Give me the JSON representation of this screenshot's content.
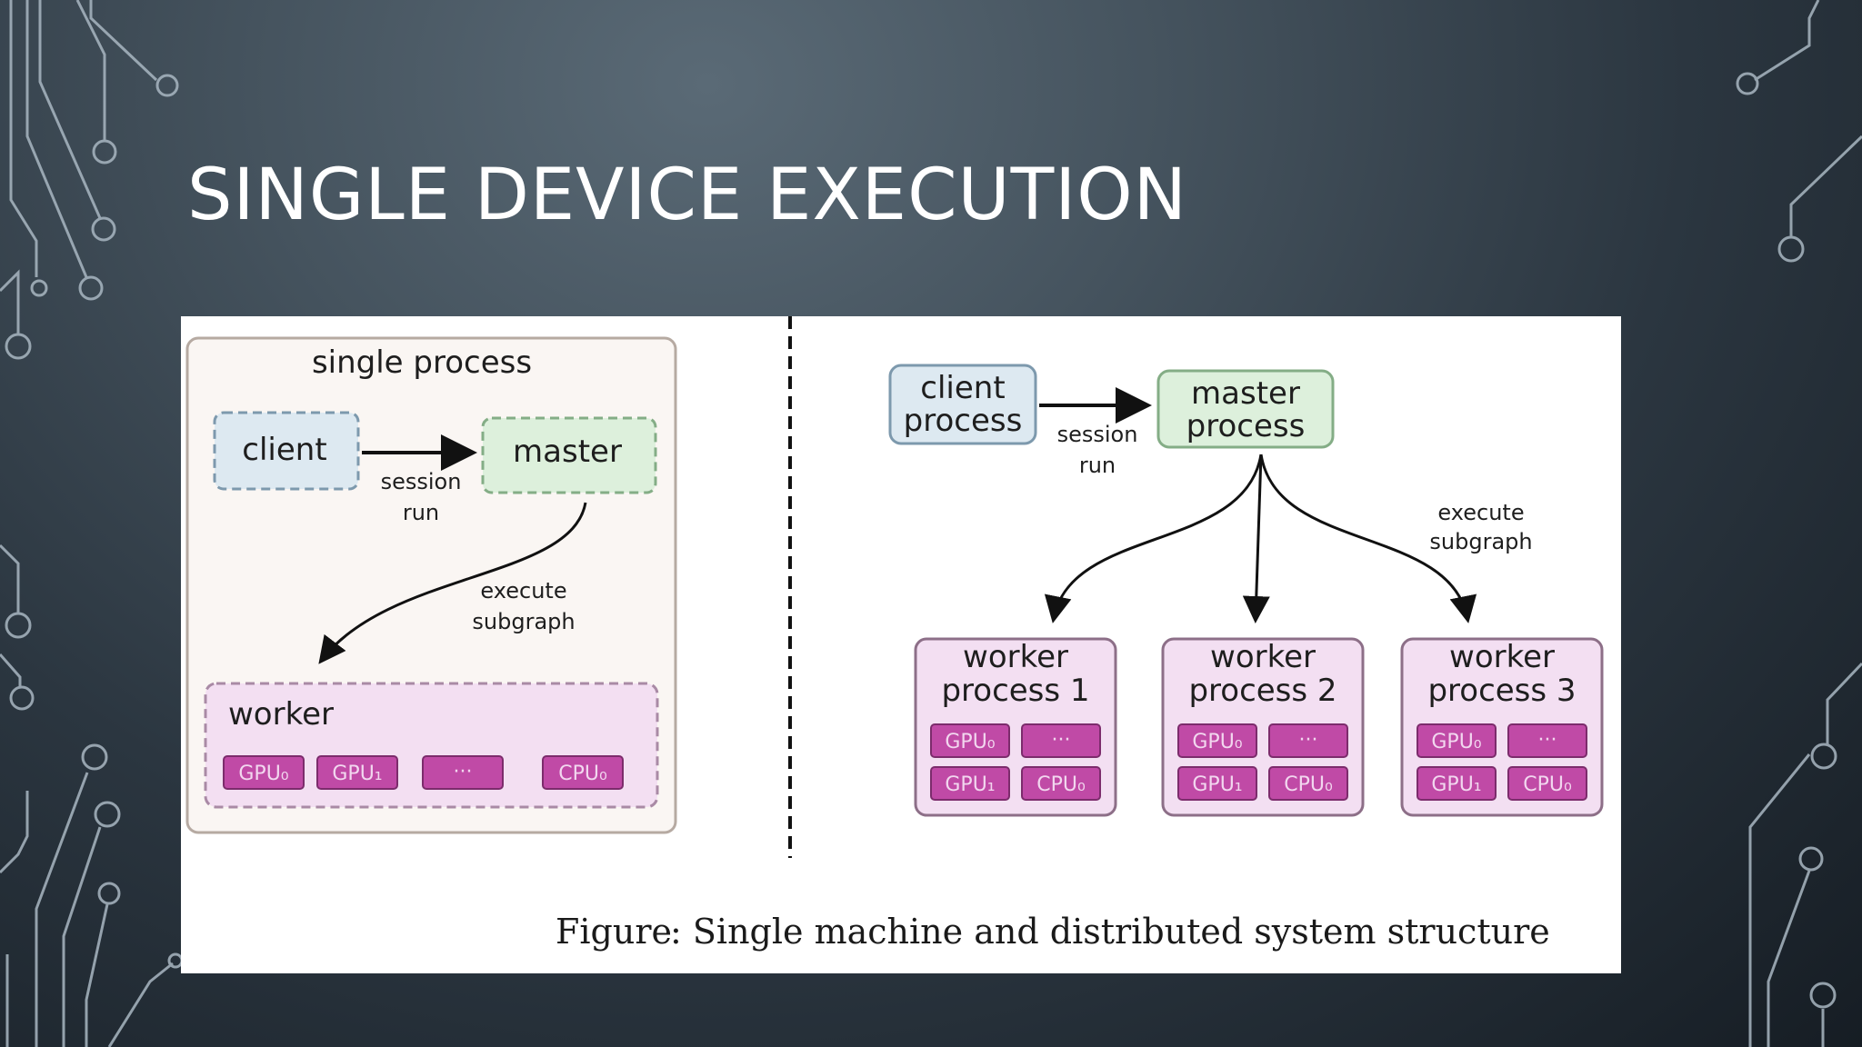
{
  "slide": {
    "title": "SINGLE DEVICE EXECUTION"
  },
  "colors": {
    "title_text": "#ffffff",
    "circuit_lines": "#a9b7c2",
    "client_fill": "#dde9f1",
    "master_fill": "#ddf0dc",
    "worker_fill": "#f3dff2",
    "chip_fill": "#c04aa6",
    "single_process_fill": "#faf6f3"
  },
  "figure": {
    "caption": {
      "label": "Figure",
      "text": ": Single machine and distributed system structure"
    },
    "single_machine": {
      "container_label": "single process",
      "client_label": "client",
      "master_label": "master",
      "session_label_line1": "session",
      "session_label_line2": "run",
      "execute_label_line1": "execute",
      "execute_label_line2": "subgraph",
      "worker_label": "worker",
      "chips": [
        "GPU₀",
        "GPU₁",
        "···",
        "CPU₀"
      ]
    },
    "distributed": {
      "client_line1": "client",
      "client_line2": "process",
      "master_line1": "master",
      "master_line2": "process",
      "session_label_line1": "session",
      "session_label_line2": "run",
      "execute_label_line1": "execute",
      "execute_label_line2": "subgraph",
      "workers": [
        {
          "line1": "worker",
          "line2": "process 1",
          "chips": [
            "GPU₀",
            "···",
            "GPU₁",
            "CPU₀"
          ]
        },
        {
          "line1": "worker",
          "line2": "process 2",
          "chips": [
            "GPU₀",
            "···",
            "GPU₁",
            "CPU₀"
          ]
        },
        {
          "line1": "worker",
          "line2": "process 3",
          "chips": [
            "GPU₀",
            "···",
            "GPU₁",
            "CPU₀"
          ]
        }
      ]
    }
  }
}
